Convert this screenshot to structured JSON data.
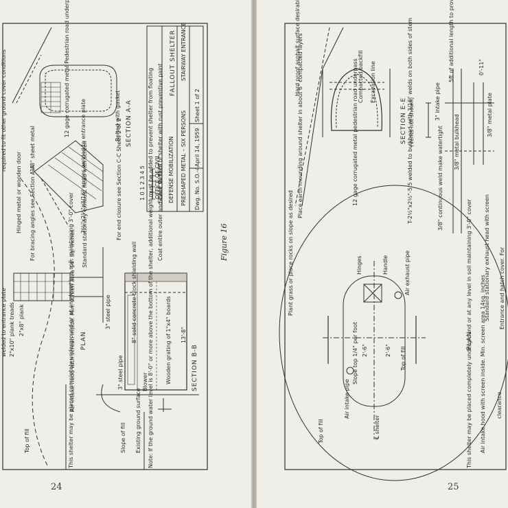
{
  "left_page": {
    "page_number": "24",
    "title_block": {
      "org_line1": "OFFICE OF CIVIL",
      "org_line2": "DEFENSE MOBILIZATION",
      "title": "FALLOUT SHELTER",
      "subtitle": "PRESHAPED METAL – SIX PERSONS",
      "subtitle2": "STAIRWAY ENTRANCE",
      "dwg_no": "Dwg. No. S.O.-4",
      "date": "April 14, 1959",
      "sheet": "Sheet 1 of 2"
    },
    "scale": {
      "ticks": "1 0 1 2 3 4 5",
      "label": "SCALE IN FEET"
    },
    "sections": {
      "section_a": "SECTION A-A",
      "section_b": "SECTION B-B",
      "plan": "PLAN"
    },
    "labels": {
      "pedestrian": "12 gage corrugated metal Pedestrian road underpass",
      "bolted": "Bolted with gasket",
      "sheet_metal": "1/8\" sheet metal",
      "ground_cover": "required to fit other ground cover conditions",
      "hinged": "Hinged metal or wooden door",
      "angles": "2½\"x2½\"x3/16\" angles welded to entrance plate",
      "bracing": "For bracing angles see Section A-A",
      "exhaust": "Standard stationary exhaust head with screen",
      "closure": "For end closure see Section C-C Sheet 2 of 2",
      "coat": "Coat entire outer and inner surface of shelter with rust preventive paint",
      "plank_treads": "2\"x10\" plank treads",
      "plank": "2\"x8\" plank",
      "welded": "welded to entrance plate",
      "air_intake": "Air intake hood with screen inside. Min. screen area 14\" sq. inches",
      "steel_pipe": "3\" steel pipe",
      "blower": "Blower",
      "concrete": "8\" solid concrete block shielding wall",
      "grating": "Wooden grating of 1\"x4\" boards",
      "dim_138": "13'-8\"",
      "existing": "Existing ground surface",
      "top_fill": "Top of fill",
      "slope_fill": "Slope of fill",
      "placed_note": "This shelter may be placed completely underground or at any level in a soil, maintaining 3'-0\" cover",
      "water_note": "Note: If the ground water level is 8'-0\" or more above the bottom of the shelter, additional weight must be added to prevent shelter from floating"
    }
  },
  "right_page": {
    "page_number": "25",
    "labels": {
      "hard_proof": "Hard proof asphalt surface desirable on top",
      "compacted": "Compacted backfill",
      "excavation": "Excavation line",
      "section_e": "SECTION E-E",
      "vents": "(Vents not shown)",
      "earth_mounding": "Place earth mounding around shelter in about 6\" compacted layers",
      "pedestrian": "12 gage corrugated metal pedestrian road underpass",
      "t_weld": "T-2½\"x2½\"-5.5 welded to bulkhead with 3/16\" welds on both sides of stem",
      "continuous": "3/8\" continuous weld make watertight",
      "bulkhead": "3/8\" metal bulkhead",
      "intake_pipe": "3\" intake pipe",
      "additional": "5ft of additional length to provide space for 2 more persons",
      "metal_plate": "3/8\" metal plate",
      "dim_11": "0'-11\"",
      "plant_grass": "Plant grass or place rocks on slope as desired",
      "hinges": "Hinges",
      "handle": "Handle",
      "air_exhaust": "Air exhaust pipe",
      "slope_top": "Slope top 1/4\" per foot",
      "air_intake": "Air intake pipe",
      "shelter_cl": "℄ shelter",
      "top_fill": "Top of fill",
      "top_fill2": "Top of fill",
      "plan": "PLAN",
      "intake_hood": "Air intake hood with screen inside. Min. screen area 14sq. inches",
      "exhaust_head": "Standard stationary exhaust head with screen",
      "clearance": "clearance",
      "entrance": "Entrance and hatch cover. For",
      "placed_note": "This shelter may be placed completely underground or at any level in soil maintaining 3'-0\" cover",
      "dim_26a": "2'-6\"",
      "dim_26b": "2'-6\""
    }
  },
  "center": {
    "figure_label": "Figure 16"
  }
}
